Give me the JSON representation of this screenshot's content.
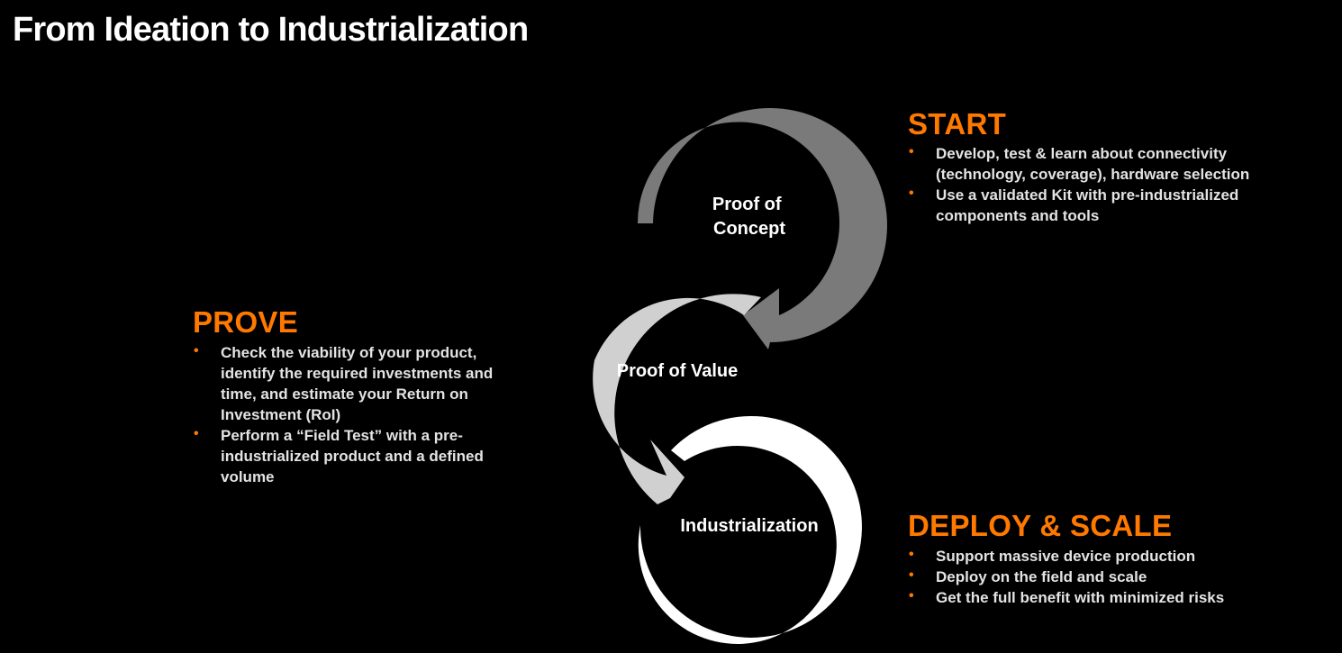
{
  "title": "From Ideation to Industrialization",
  "theme": {
    "background": "#000000",
    "accent": "#ff7900",
    "text": "#ffffff",
    "bullet_text": "#e3e3e3"
  },
  "cycle": [
    {
      "label_lines": [
        "Proof of",
        "Concept"
      ],
      "color": "#7a7a7a"
    },
    {
      "label_lines": [
        "Proof of Value"
      ],
      "color": "#d0d0d0"
    },
    {
      "label_lines": [
        "Industrialization"
      ],
      "color": "#ffffff"
    }
  ],
  "panels": {
    "start": {
      "heading": "START",
      "bullets": [
        [
          "Develop, test & learn about connectivity",
          "(technology, coverage), hardware selection"
        ],
        [
          "Use a validated Kit with pre-industrialized",
          "components and tools"
        ]
      ]
    },
    "prove": {
      "heading": "PROVE",
      "bullets": [
        [
          "Check the viability of your product,",
          "identify the required investments and",
          "time, and estimate your Return on",
          "Investment (RoI)"
        ],
        [
          "Perform a “Field Test” with a pre-",
          "industrialized product and a defined",
          "volume"
        ]
      ]
    },
    "deploy": {
      "heading": "DEPLOY & SCALE",
      "bullets": [
        [
          "Support massive device production"
        ],
        [
          "Deploy on the field and scale"
        ],
        [
          "Get the full benefit with minimized risks"
        ]
      ]
    }
  },
  "bullet_glyph": "•"
}
